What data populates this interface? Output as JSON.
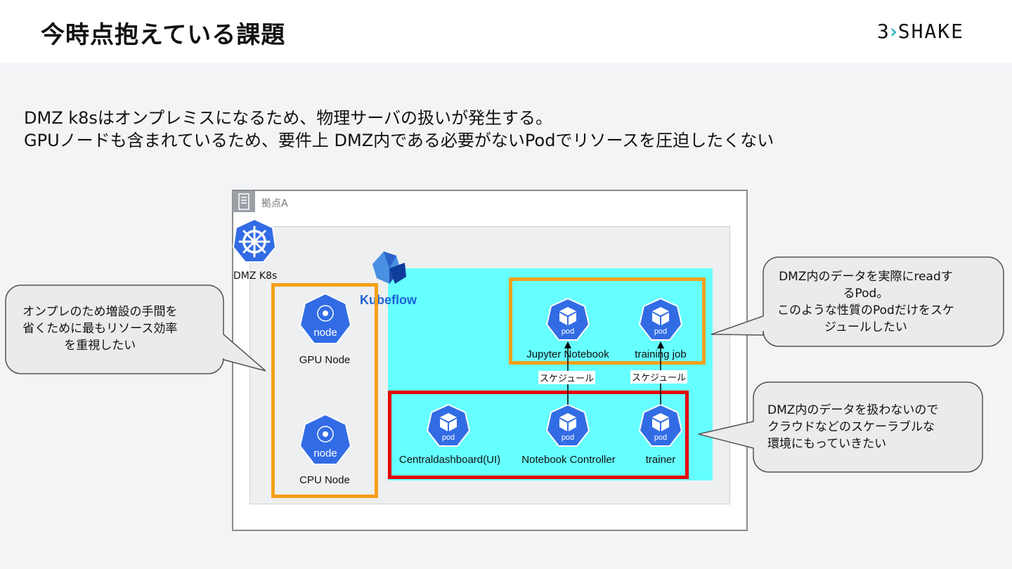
{
  "header": {
    "title": "今時点抱えている課題",
    "logo": {
      "left": "3",
      "right": "SHAKE"
    }
  },
  "description": {
    "line1": "DMZ k8sはオンプレミスになるため、物理サーバの扱いが発生する。",
    "line2": "GPUノードも含まれているため、要件上 DMZ内である必要がないPodでリソースを圧迫したくない"
  },
  "diagram": {
    "site_label": "拠点A",
    "k8s_label": "DMZ K8s",
    "kubeflow_label": "Kubeflow",
    "nodes": [
      {
        "icon_text": "node",
        "label": "GPU Node"
      },
      {
        "icon_text": "node",
        "label": "CPU Node"
      }
    ],
    "pods_top": [
      {
        "icon_text": "pod",
        "label": "Jupyter Notebook"
      },
      {
        "icon_text": "pod",
        "label": "training job"
      }
    ],
    "pods_bottom": [
      {
        "icon_text": "pod",
        "label": "Centraldashboard(UI)"
      },
      {
        "icon_text": "pod",
        "label": "Notebook Controller"
      },
      {
        "icon_text": "pod",
        "label": "trainer"
      }
    ],
    "schedule_label": "スケジュール"
  },
  "callouts": {
    "left": "オンプレのため増設の手間を\n省くために最もリソース効率\nを重視したい",
    "right_top": "DMZ内のデータを実際にreadす\nるPod。\nこのような性質のPodだけをスケ\nジュールしたい",
    "right_bottom": "DMZ内のデータを扱わないので\nクラウドなどのスケーラブルな\n環境にもっていきたい"
  },
  "colors": {
    "orange": "#f6a01a",
    "red": "#e60000",
    "cyan": "#66ffff",
    "k8s_blue": "#326ce5"
  }
}
